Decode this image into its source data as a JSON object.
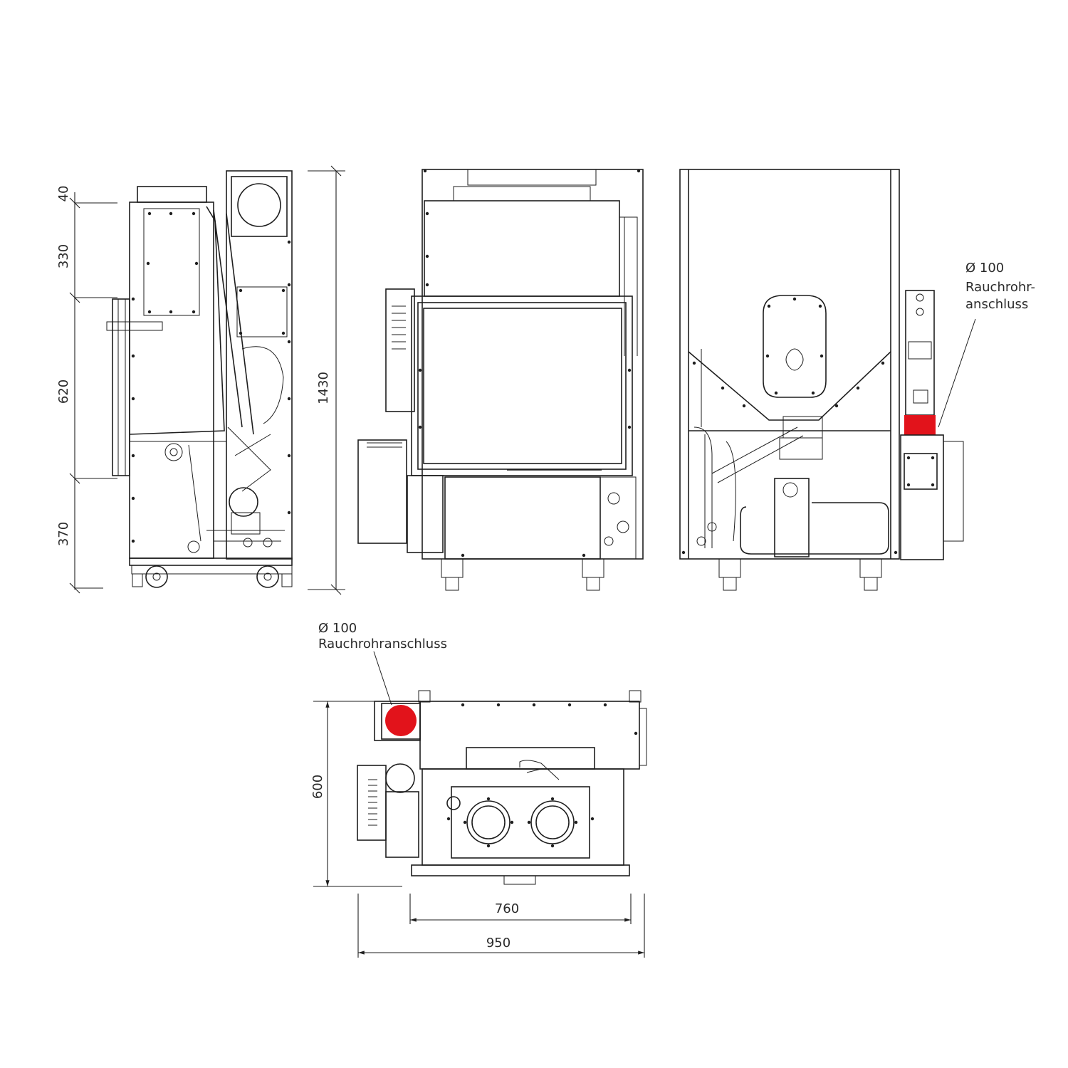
{
  "dimensions": {
    "side_view": [
      "40",
      "330",
      "620",
      "370"
    ],
    "total_height": "1430",
    "top_view_depth": "600",
    "top_view_width_inner": "760",
    "top_view_width_total": "950"
  },
  "labels": {
    "rear_flue": {
      "diameter": "Ø 100",
      "line1": "Rauchrohr-",
      "line2": "anschluss"
    },
    "top_flue": {
      "diameter": "Ø 100",
      "line1": "Rauchrohranschluss"
    }
  },
  "colors": {
    "highlight": "#e2131b",
    "line": "#1e1e1e"
  }
}
